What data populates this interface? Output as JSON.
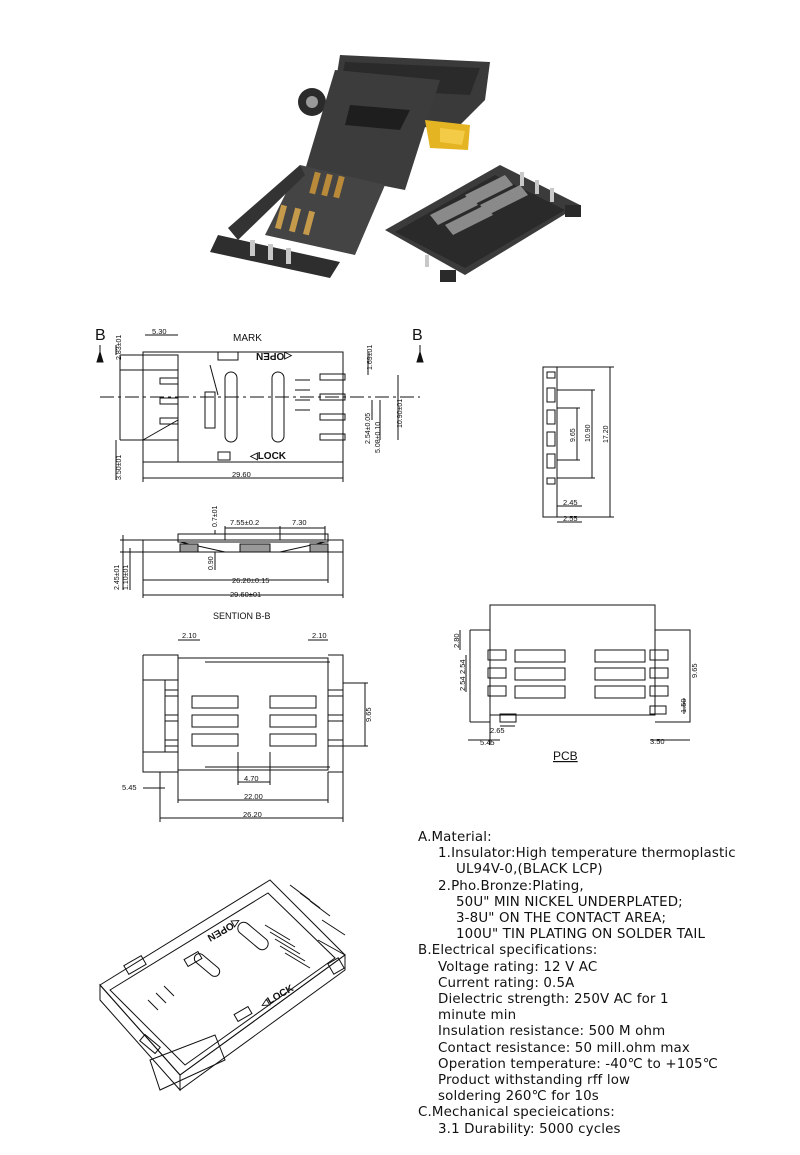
{
  "drawing": {
    "photo_alt": "",
    "section_marker_left": "B",
    "section_marker_right": "B",
    "mark_label": "MARK",
    "open_label": "◁OPEN",
    "lock_label": "◁LOCK",
    "top_view_dims": {
      "d_530": "5.30",
      "d_283": "2.83±01",
      "d_169": "1.69±01",
      "d_1090": "10.90±01",
      "d_254": "2.54±0.05",
      "d_508": "5.08±0.10",
      "d_350": "3.50±01",
      "d_2960": "29.60"
    },
    "side_view_dims": {
      "d_965": "9.65",
      "d_1090": "10.90",
      "d_1720": "17.20",
      "d_245": "2.45",
      "d_255": "2.55"
    },
    "section_dims": {
      "d_07": "0.7±01",
      "d_755": "7.55±0.2",
      "d_730": "7.30",
      "d_245": "2.45±01",
      "d_110": "1.10±01",
      "d_090": "0.90",
      "d_2620": "26.20±0.15",
      "d_2960": "29.60±01",
      "title": "SENTION B-B"
    },
    "bottom_view_dims": {
      "d_210a": "2.10",
      "d_210b": "2.10",
      "d_965": "9.65",
      "d_545": "5.45",
      "d_470": "4.70",
      "d_2200": "22.00",
      "d_2620": "26.20"
    },
    "pcb_dims": {
      "d_280": "2.80",
      "d_254a": "2.54",
      "d_254b": "2.54",
      "d_965": "9.65",
      "d_150": "1.50",
      "d_265": "2.65",
      "d_545": "5.45",
      "d_350": "3.50",
      "title": "PCB"
    },
    "iso_open_label": "◁OPEN",
    "iso_lock_label": "◁LOCK"
  },
  "spec": {
    "material_heading": "A.Material:",
    "insulator_1": "1.Insulator:High temperature thermoplastic",
    "insulator_2": "UL94V-0,(BLACK LCP)",
    "bronze_1": "2.Pho.Bronze:Plating,",
    "bronze_2": "50U\" MIN NICKEL UNDERPLATED;",
    "bronze_3": "3-8U\" ON THE CONTACT AREA;",
    "bronze_4": "100U\" TIN PLATING ON SOLDER TAIL",
    "electrical_heading": "B.Electrical specifications:",
    "voltage": "Voltage rating: 12 V AC",
    "current": "Current rating: 0.5A",
    "dielectric_1": "Dielectric strength: 250V AC for 1",
    "dielectric_2": "minute min",
    "insulation": "Insulation resistance: 500 M ohm",
    "contact": "Contact resistance: 50 mill.ohm max",
    "operation": "Operation temperature: -40℃ to +105℃",
    "product_1": "Product withstanding rff low",
    "product_2": "soldering 260℃ for 10s",
    "mechanical_heading": "C.Mechanical specieications:",
    "durability": "3.1 Durability: 5000 cycles"
  }
}
